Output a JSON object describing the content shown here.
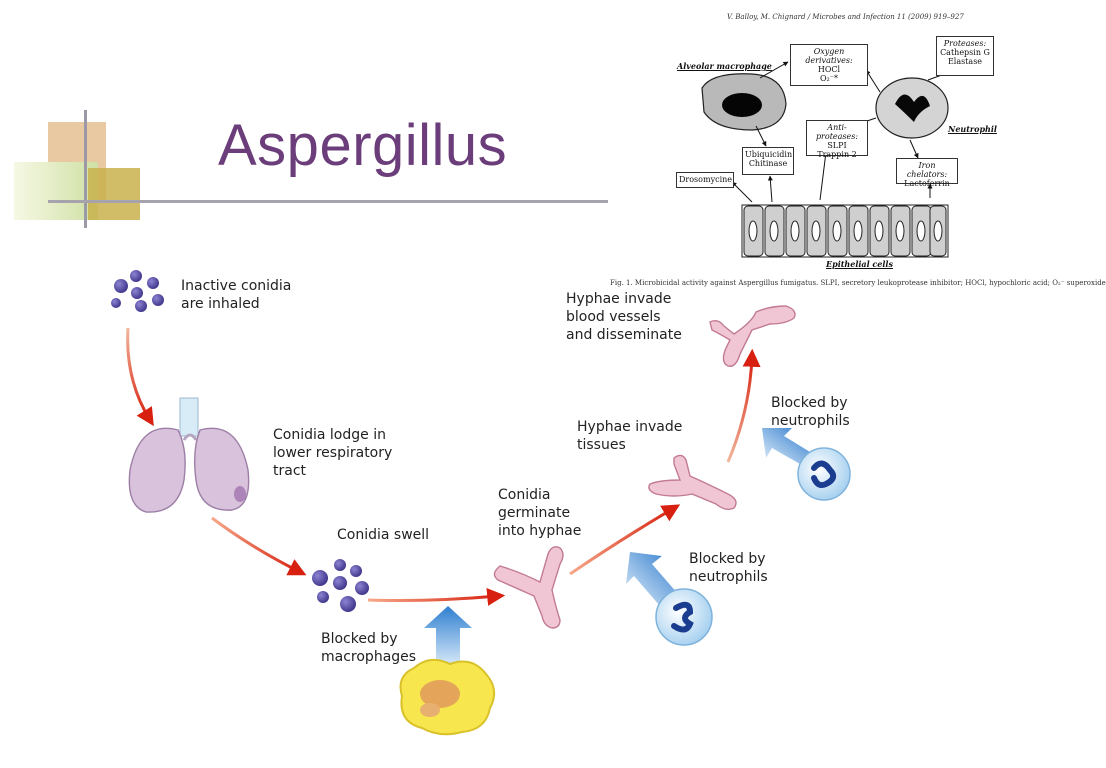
{
  "slide": {
    "title": "Aspergillus",
    "accent": "#6b3d7a"
  },
  "lifecycle": {
    "steps": [
      {
        "id": "inhaled",
        "label": "Inactive conidia\nare inhaled"
      },
      {
        "id": "lodge",
        "label": "Conidia lodge in\nlower respiratory\ntract"
      },
      {
        "id": "swell",
        "label": "Conidia swell"
      },
      {
        "id": "germinate",
        "label": "Conidia\ngerminate\ninto hyphae"
      },
      {
        "id": "tissues",
        "label": "Hyphae invade\ntissues"
      },
      {
        "id": "blood",
        "label": "Hyphae invade\nblood vessels\nand disseminate"
      }
    ],
    "blocks": [
      {
        "id": "macrophages",
        "label": "Blocked by\nmacrophages"
      },
      {
        "id": "neutrophils-1",
        "label": "Blocked by\nneutrophils"
      },
      {
        "id": "neutrophils-2",
        "label": "Blocked by\nneutrophils"
      }
    ],
    "colors": {
      "arrow": "#d92a1c",
      "block_arrow": "#2f7fd0",
      "conidia": "#5a4fa8",
      "hyphae": "#f1c6d4",
      "lung": "#d8bfd9"
    }
  },
  "reference": {
    "header": "V. Balloy, M. Chignard / Microbes and Infection 11 (2009) 919–927",
    "caption": "Fig. 1. Microbicidal activity against Aspergillus fumigatus. SLPI, secretory leukoprotease inhibitor; HOCl, hypochloric acid; O₂⁻ superoxide",
    "alveolar_macrophage": "Alveolar macrophage",
    "neutrophil": "Neutrophil",
    "epithelial_cells": "Epithelial cells",
    "oxygen": {
      "head": "Oxygen derivatives:",
      "lines": [
        "HOCl",
        "O₂⁻*"
      ]
    },
    "proteases": {
      "head": "Proteases:",
      "lines": [
        "Cathepsin G",
        "Elastase"
      ]
    },
    "anti_proteases": {
      "head": "Anti-proteases:",
      "lines": [
        "SLPI",
        "Trappin 2"
      ]
    },
    "ubiquicidin": {
      "lines": [
        "Ubiquicidin",
        "Chitinase"
      ]
    },
    "iron": {
      "head": "Iron chelators:",
      "lines": [
        "Lactoferrin"
      ]
    },
    "drosomycine": "Drosomycine"
  }
}
